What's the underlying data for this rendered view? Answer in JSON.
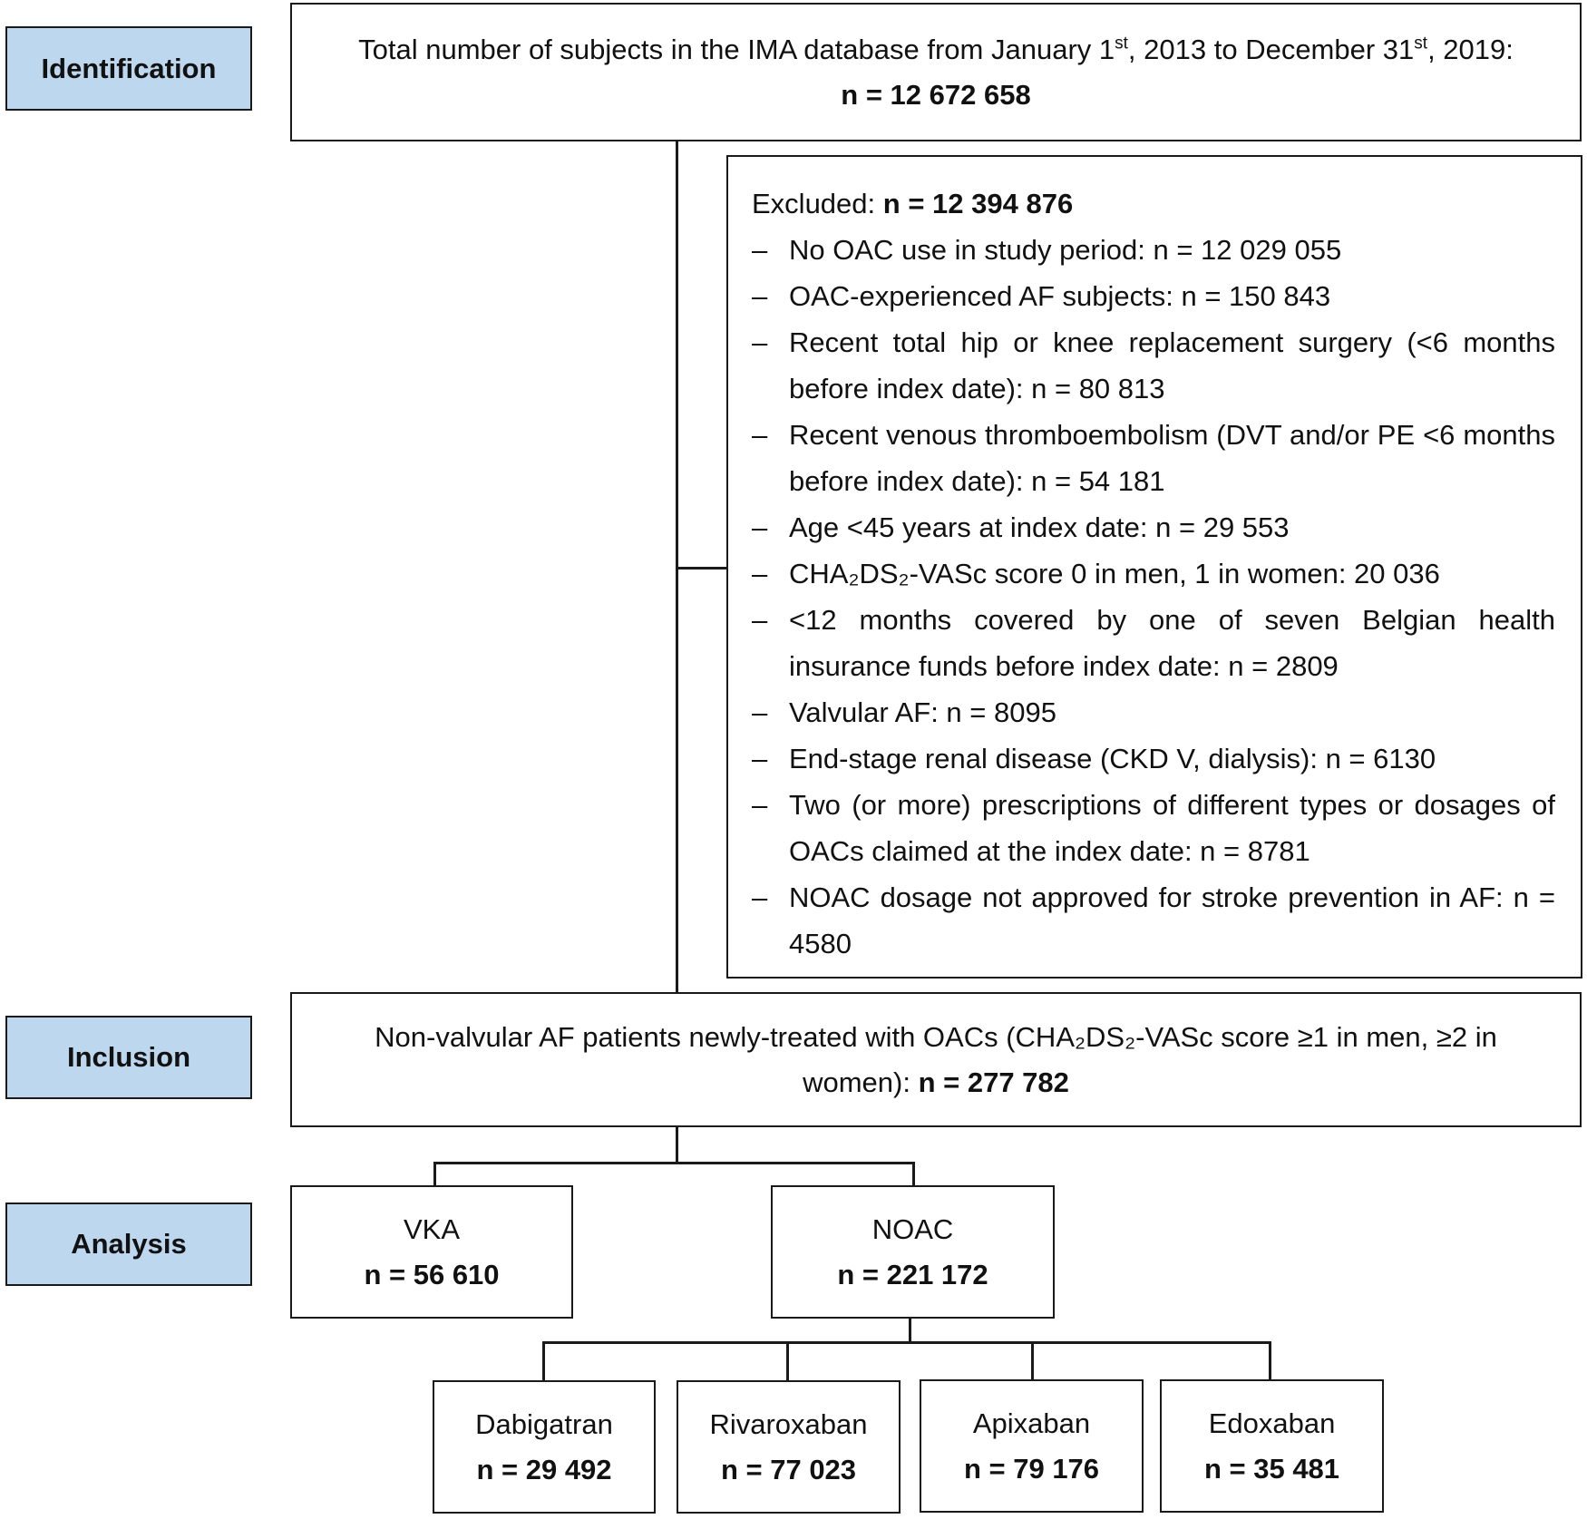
{
  "phases": {
    "identification": "Identification",
    "inclusion": "Inclusion",
    "analysis": "Analysis"
  },
  "total": {
    "text_before": "Total number of subjects in the IMA database from January 1",
    "sup1": "st",
    "text_mid": ", 2013 to December 31",
    "sup2": "st",
    "text_after": ", 2019:",
    "n": "n = 12 672 658"
  },
  "excluded": {
    "label": "Excluded: ",
    "n": "n = 12 394 876",
    "bullet": "–",
    "items": [
      "No OAC use in study period: n = 12 029 055",
      "OAC-experienced AF subjects: n = 150 843",
      "Recent total hip or knee replacement surgery (<6 months before index date): n = 80 813",
      "Recent venous thromboembolism (DVT and/or PE <6 months before index date): n = 54 181",
      "Age <45 years at index date: n = 29 553",
      "CHA₂DS₂-VASc score 0 in men, 1 in women: 20 036",
      "<12 months covered by one of seven Belgian health insurance funds before index date: n = 2809",
      "Valvular AF: n = 8095",
      "End-stage renal disease (CKD V, dialysis): n = 6130",
      "Two (or more) prescriptions of different types or dosages of OACs claimed at the index date: n = 8781",
      "NOAC dosage not approved for stroke prevention in AF: n = 4580"
    ]
  },
  "inclusion": {
    "text": "Non-valvular AF patients newly-treated with OACs (CHA₂DS₂-VASc score ≥1 in men, ≥2 in women): ",
    "n": "n = 277 782"
  },
  "vka": {
    "label": "VKA",
    "n": "n = 56 610"
  },
  "noac": {
    "label": "NOAC",
    "n": "n = 221 172"
  },
  "drugs": [
    {
      "label": "Dabigatran",
      "n": "n = 29 492"
    },
    {
      "label": "Rivaroxaban",
      "n": "n = 77 023"
    },
    {
      "label": "Apixaban",
      "n": "n = 79 176"
    },
    {
      "label": "Edoxaban",
      "n": "n = 35 481"
    }
  ]
}
